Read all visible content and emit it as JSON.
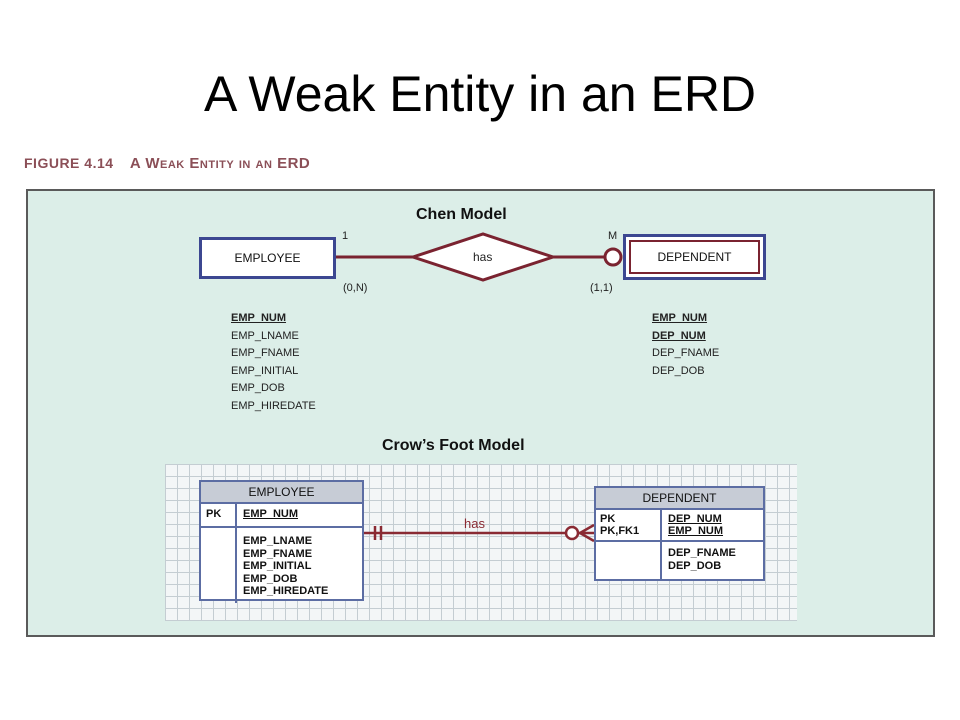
{
  "slide": {
    "title": "A Weak Entity in an ERD"
  },
  "figure": {
    "number": "FIGURE 4.14",
    "caption": "A Weak Entity in an ERD"
  },
  "chen": {
    "title": "Chen Model",
    "entity_left": "EMPLOYEE",
    "relationship": "has",
    "entity_right": "DEPENDENT",
    "card_left": "1",
    "card_right": "M",
    "range_left": "(0,N)",
    "range_right": "(1,1)",
    "attrs_left": [
      {
        "name": "EMP_NUM",
        "pk": true
      },
      {
        "name": "EMP_LNAME",
        "pk": false
      },
      {
        "name": "EMP_FNAME",
        "pk": false
      },
      {
        "name": "EMP_INITIAL",
        "pk": false
      },
      {
        "name": "EMP_DOB",
        "pk": false
      },
      {
        "name": "EMP_HIREDATE",
        "pk": false
      }
    ],
    "attrs_right": [
      {
        "name": "EMP_NUM",
        "pk": true
      },
      {
        "name": "DEP_NUM",
        "pk": true
      },
      {
        "name": "DEP_FNAME",
        "pk": false
      },
      {
        "name": "DEP_DOB",
        "pk": false
      }
    ]
  },
  "crowsfoot": {
    "title": "Crow’s Foot Model",
    "relationship": "has",
    "employee": {
      "name": "EMPLOYEE",
      "key_label": "PK",
      "key_attr": "EMP_NUM",
      "attrs": [
        "EMP_LNAME",
        "EMP_FNAME",
        "EMP_INITIAL",
        "EMP_DOB",
        "EMP_HIREDATE"
      ]
    },
    "dependent": {
      "name": "DEPENDENT",
      "key_label_1": "PK",
      "key_label_2": "PK,FK1",
      "key_attr_1": "DEP_NUM",
      "key_attr_2": "EMP_NUM",
      "attrs": [
        "DEP_FNAME",
        "DEP_DOB"
      ]
    }
  },
  "colors": {
    "caption": "#8b4f57",
    "figure_bg": "#dceee8",
    "entity_border": "#3c4791",
    "relationship_line": "#7a2330"
  }
}
